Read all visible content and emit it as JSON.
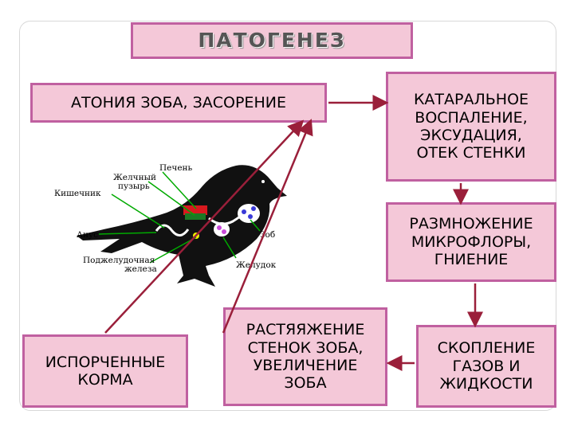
{
  "title": "ПАТОГЕНЕЗ",
  "boxes": {
    "atonia": "АТОНИЯ ЗОБА, ЗАСОРЕНИЕ",
    "kataral": [
      "КАТАРАЛЬНОЕ",
      "ВОСПАЛЕНИЕ,",
      "ЭКСУДАЦИЯ,",
      "ОТЕК СТЕНКИ"
    ],
    "razmnozhenie": [
      "РАЗМНОЖЕНИЕ",
      "МИКРОФЛОРЫ,",
      "ГНИЕНИЕ"
    ],
    "skoplenie": [
      "СКОПЛЕНИЕ",
      "ГАЗОВ И",
      "ЖИДКОСТИ"
    ],
    "rastyazhenie": [
      "РАСТЯЯЖЕНИЕ",
      "СТЕНОК ЗОБА,",
      "УВЕЛИЧЕНИЕ",
      "ЗОБА"
    ],
    "isporchennye": [
      "ИСПОРЧЕННЫЕ",
      "КОРМА"
    ]
  },
  "bird_labels": {
    "pechen": "Печень",
    "zhelchny_1": "Желчный",
    "zhelchny_2": "пузырь",
    "kishechnik": "Кишечник",
    "anus": "Анус",
    "zob": "Зоб",
    "podzhel_1": "Поджелудочная",
    "podzhel_2": "железа",
    "zheludok": "Желудок"
  },
  "colors": {
    "box_fill": "#f4c8d8",
    "box_border": "#c060a0",
    "arrow": "#9a1f3a",
    "leader_line": "#00aa00"
  }
}
